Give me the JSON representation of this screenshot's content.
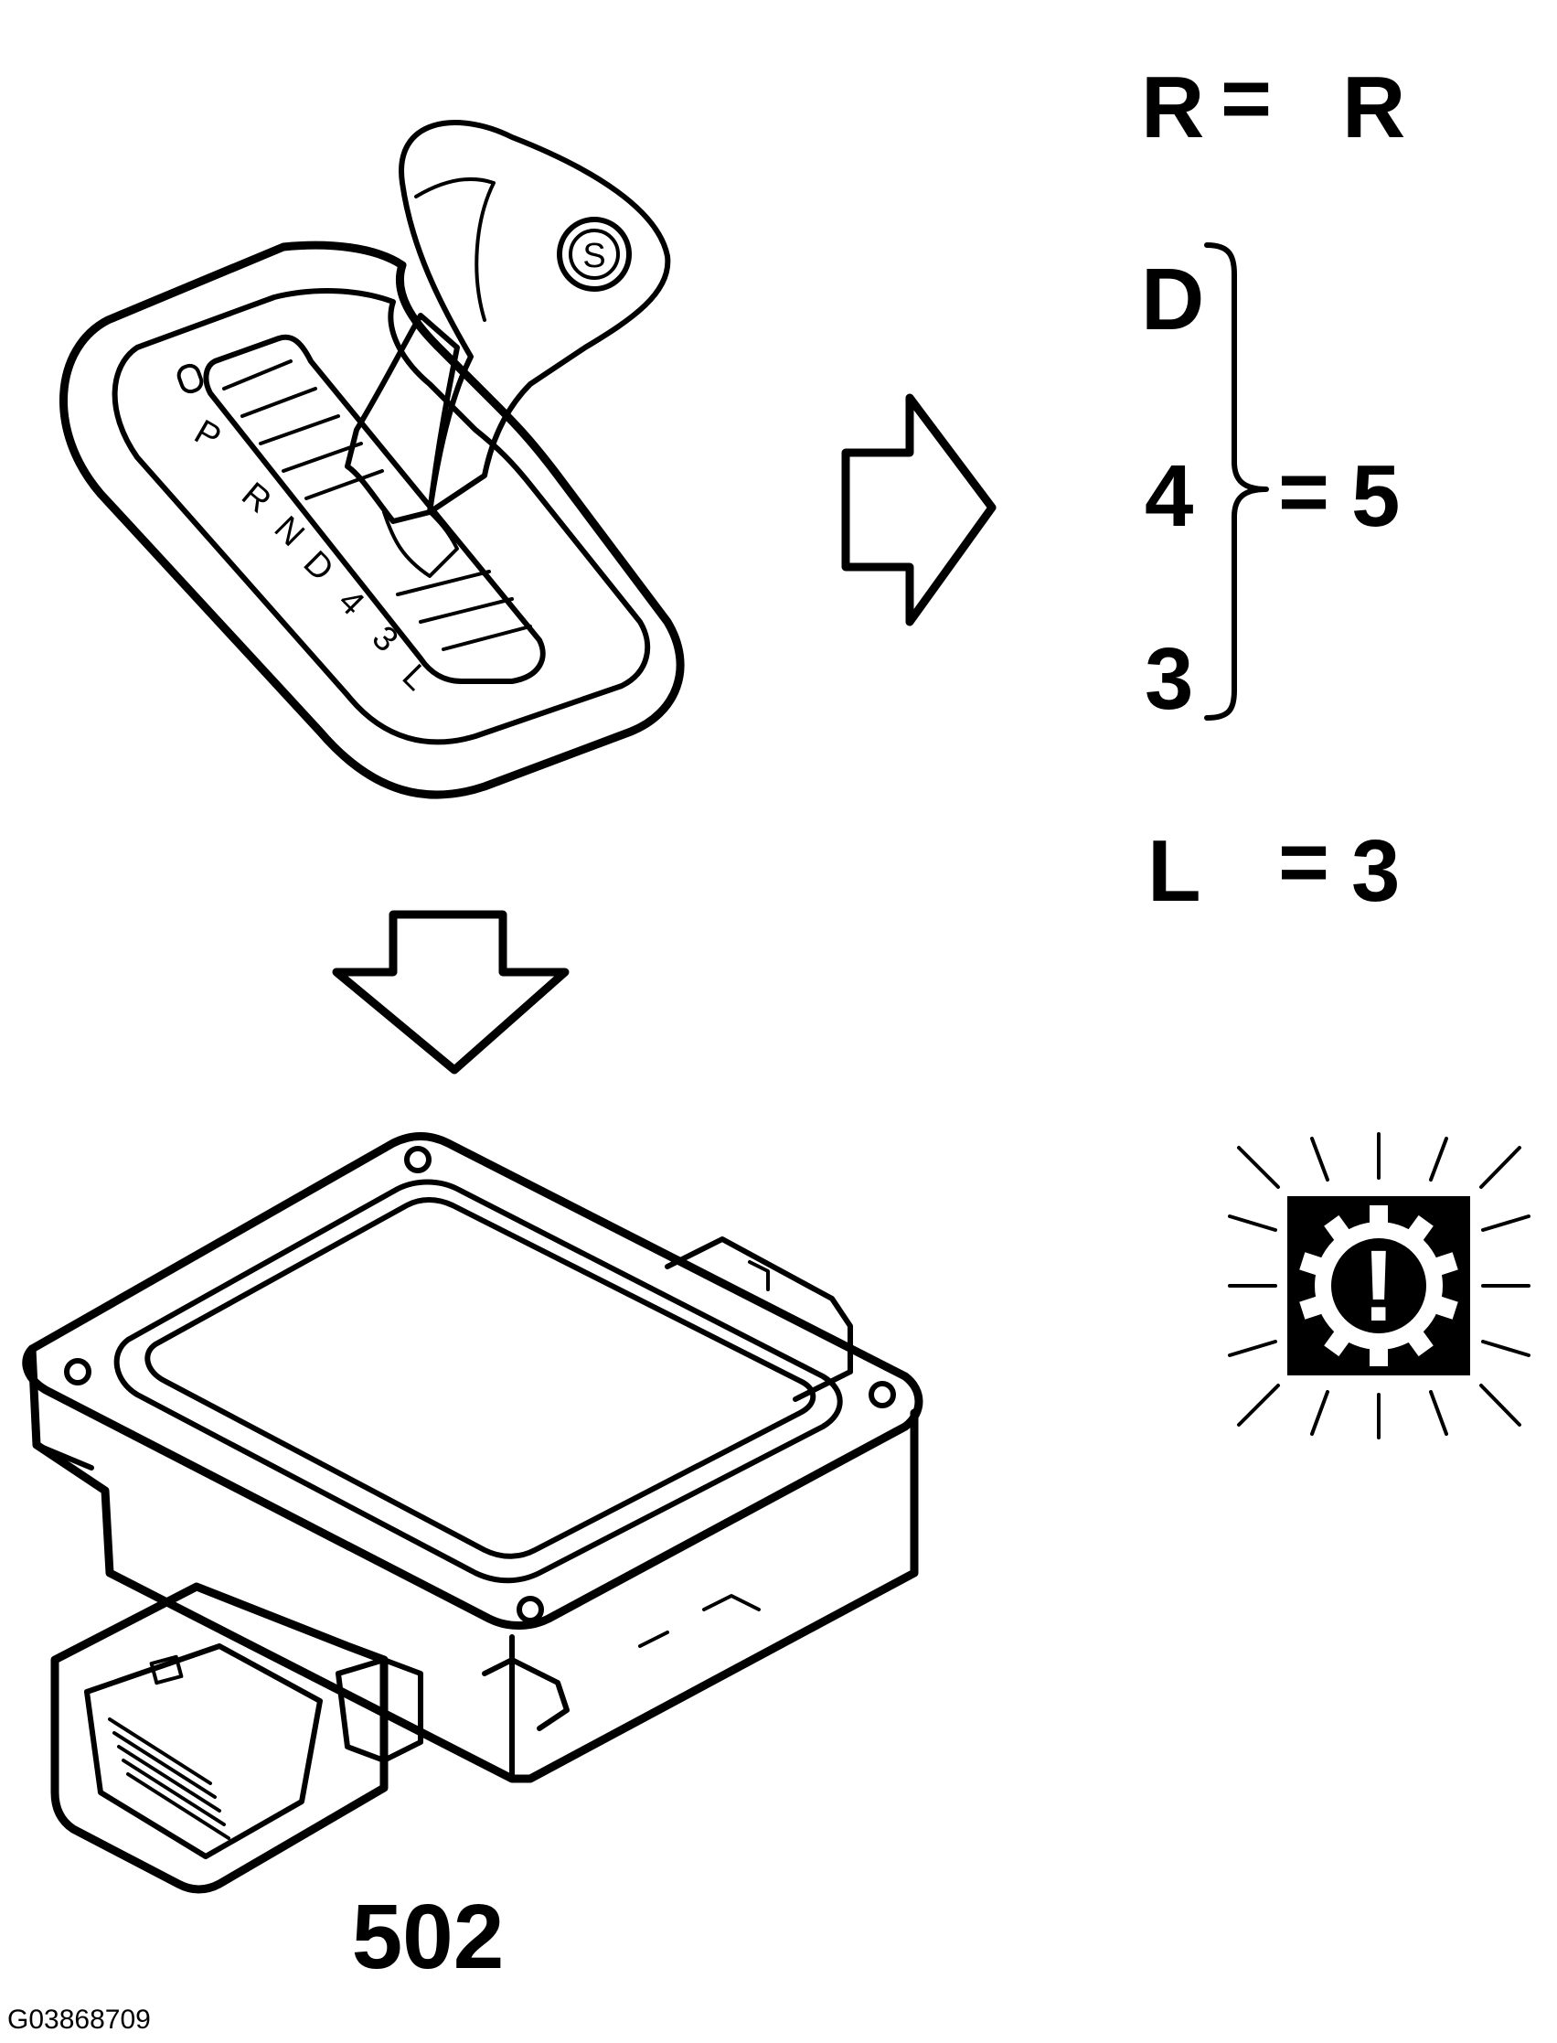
{
  "shifter": {
    "gate_labels": [
      "P",
      "R",
      "N",
      "D",
      "4",
      "3",
      "L"
    ],
    "knob_button": "S"
  },
  "mapping": {
    "row_r": {
      "position": "R",
      "equals": "=",
      "gear": "R"
    },
    "row_d": {
      "position": "D"
    },
    "row_4": {
      "position": "4",
      "equals": "=",
      "gear": "5"
    },
    "row_3": {
      "position": "3"
    },
    "row_l": {
      "position": "L",
      "equals": "=",
      "gear": "3"
    }
  },
  "module": {
    "part_number": "502"
  },
  "figure_ref": "G03868709",
  "warning_symbol": {
    "icon": "transmission-warning-icon",
    "mark": "!"
  }
}
